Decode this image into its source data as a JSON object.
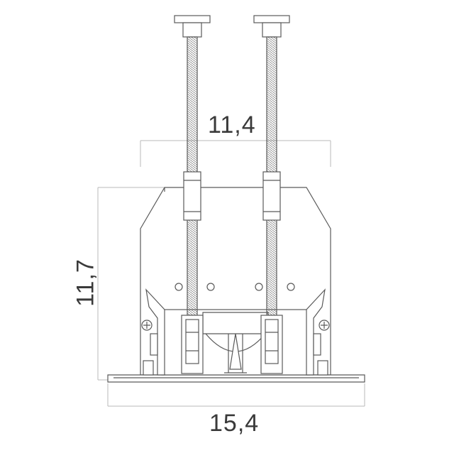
{
  "dimensions": {
    "top_width": "11,4",
    "height": "11,7",
    "bottom_width": "15,4"
  },
  "colors": {
    "line": "#5a5a5a",
    "dim_line": "#b8b8b8",
    "text": "#3a3a3a",
    "background": "#ffffff"
  }
}
